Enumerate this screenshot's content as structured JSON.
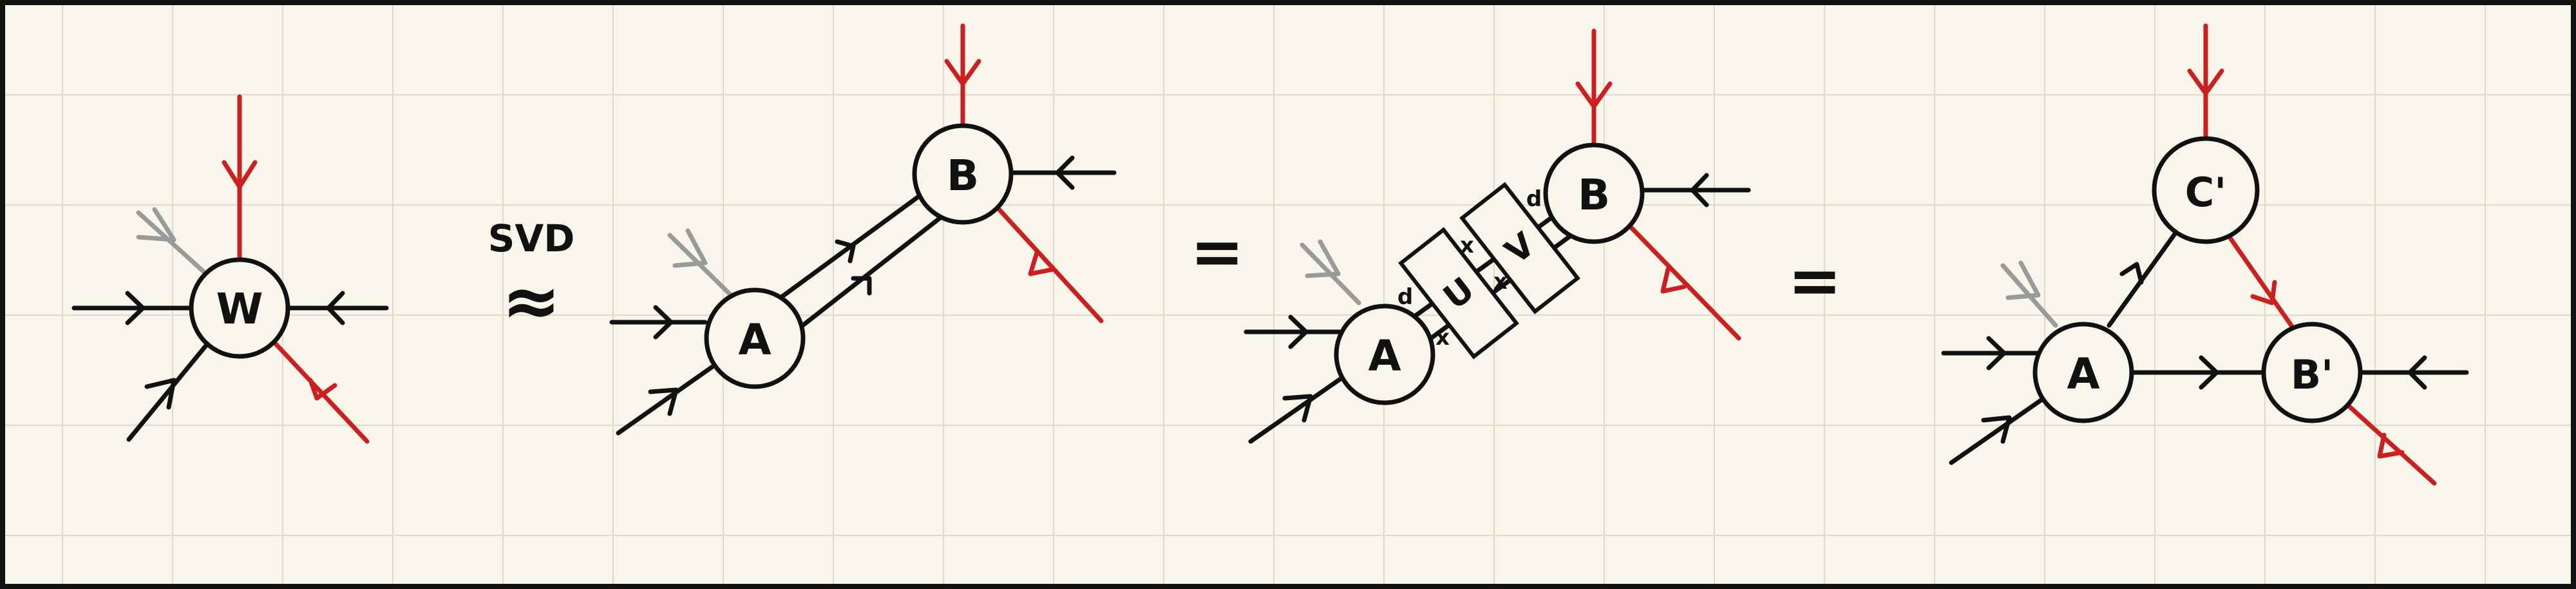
{
  "colors": {
    "paper": "#f8f6ea",
    "grid": "#dedbc9",
    "ink": "#111111",
    "red_leg": "#cc1f1f",
    "gray_leg": "#9a9a9a"
  },
  "svd_label": "SVD",
  "approx_symbol": "≈",
  "equals_symbol": "=",
  "nodes": {
    "W": "W",
    "A": "A",
    "B": "B",
    "U": "U",
    "V": "V",
    "C_prime": "C'",
    "B_prime": "B'"
  },
  "small_marks": {
    "x1": "x",
    "x2": "x",
    "x3": "x",
    "d1": "d",
    "d2": "d"
  }
}
